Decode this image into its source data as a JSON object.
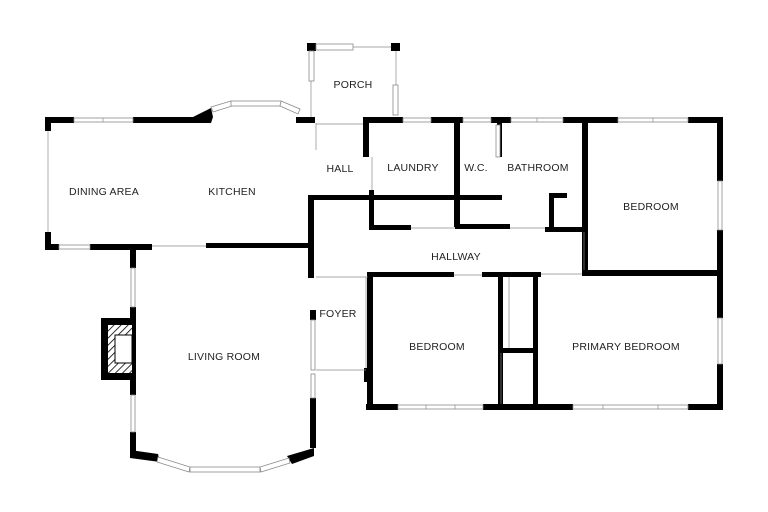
{
  "rooms": {
    "porch": "PORCH",
    "hall": "HALL",
    "laundry": "LAUNDRY",
    "wc": "W.C.",
    "bathroom": "BATHROOM",
    "bedroom_ne": "BEDROOM",
    "dining": "DINING AREA",
    "kitchen": "KITCHEN",
    "hallway": "HALLWAY",
    "foyer": "FOYER",
    "living": "LIVING ROOM",
    "bedroom_s": "BEDROOM",
    "primary": "PRIMARY BEDROOM"
  },
  "colors": {
    "wall": "#000000",
    "window": "#8a8a8a",
    "background": "#ffffff"
  }
}
